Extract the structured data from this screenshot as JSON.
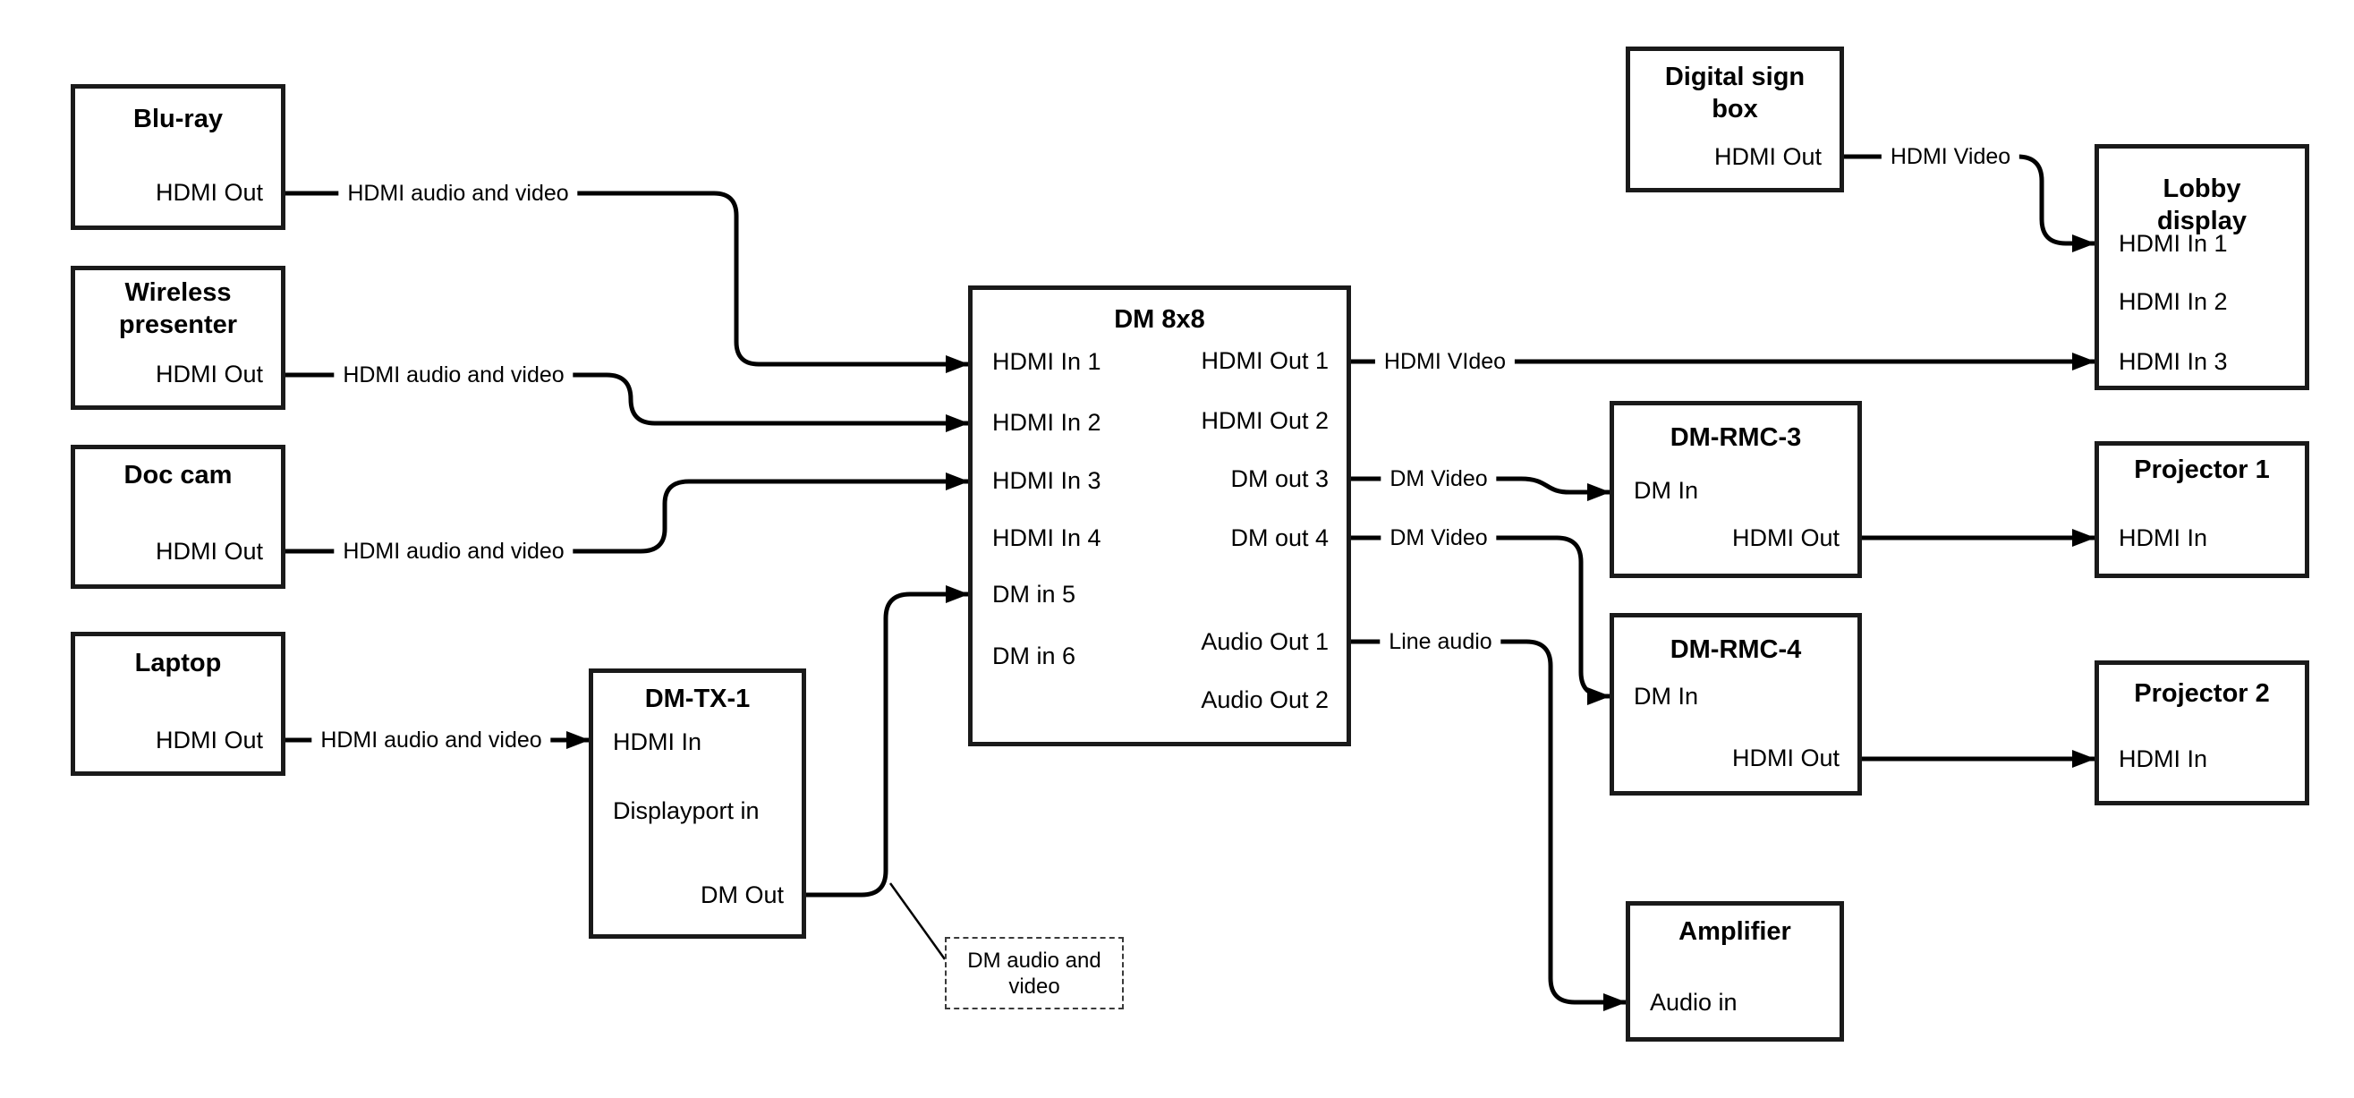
{
  "devices": {
    "bluray": {
      "title": "Blu-ray",
      "ports": [
        {
          "label": "HDMI Out"
        }
      ]
    },
    "wireless_presenter": {
      "title": "Wireless\npresenter",
      "ports": [
        {
          "label": "HDMI Out"
        }
      ]
    },
    "doc_cam": {
      "title": "Doc cam",
      "ports": [
        {
          "label": "HDMI Out"
        }
      ]
    },
    "laptop": {
      "title": "Laptop",
      "ports": [
        {
          "label": "HDMI Out"
        }
      ]
    },
    "dm_tx_1": {
      "title": "DM-TX-1",
      "ports": [
        {
          "label": "HDMI In"
        },
        {
          "label": "Displayport in"
        },
        {
          "label": "DM Out"
        }
      ]
    },
    "dm_8x8": {
      "title": "DM 8x8",
      "inputs": [
        {
          "label": "HDMI In 1"
        },
        {
          "label": "HDMI In 2"
        },
        {
          "label": "HDMI In 3"
        },
        {
          "label": "HDMI In 4"
        },
        {
          "label": "DM in 5"
        },
        {
          "label": "DM in 6"
        }
      ],
      "outputs": [
        {
          "label": "HDMI Out 1"
        },
        {
          "label": "HDMI Out 2"
        },
        {
          "label": "DM out 3"
        },
        {
          "label": "DM out 4"
        },
        {
          "label": "Audio Out 1"
        },
        {
          "label": "Audio Out 2"
        }
      ]
    },
    "digital_sign_box": {
      "title": "Digital sign\nbox",
      "ports": [
        {
          "label": "HDMI Out"
        }
      ]
    },
    "lobby_display": {
      "title": "Lobby\ndisplay",
      "ports": [
        {
          "label": "HDMI In 1"
        },
        {
          "label": "HDMI In 2"
        },
        {
          "label": "HDMI In 3"
        }
      ]
    },
    "dm_rmc_3": {
      "title": "DM-RMC-3",
      "ports": [
        {
          "label": "DM In"
        },
        {
          "label": "HDMI Out"
        }
      ]
    },
    "projector_1": {
      "title": "Projector 1",
      "ports": [
        {
          "label": "HDMI In"
        }
      ]
    },
    "dm_rmc_4": {
      "title": "DM-RMC-4",
      "ports": [
        {
          "label": "DM In"
        },
        {
          "label": "HDMI Out"
        }
      ]
    },
    "projector_2": {
      "title": "Projector 2",
      "ports": [
        {
          "label": "HDMI In"
        }
      ]
    },
    "amplifier": {
      "title": "Amplifier",
      "ports": [
        {
          "label": "Audio in"
        }
      ]
    }
  },
  "wire_labels": {
    "bluray_to_dm": "HDMI audio and video",
    "wireless_to_dm": "HDMI audio and video",
    "doccam_to_dm": "HDMI audio and video",
    "laptop_to_tx": "HDMI audio and video",
    "hdmi_out_1": "HDMI VIdeo",
    "dm_out_3": "DM Video",
    "dm_out_4": "DM Video",
    "audio_out_1": "Line audio",
    "sign_to_lobby": "HDMI Video"
  },
  "annotation": {
    "note": "DM audio and\nvideo"
  },
  "connections": [
    {
      "from": "Blu-ray / HDMI Out",
      "to": "DM 8x8 / HDMI In 1",
      "label": "HDMI audio and video"
    },
    {
      "from": "Wireless presenter / HDMI Out",
      "to": "DM 8x8 / HDMI In 2",
      "label": "HDMI audio and video"
    },
    {
      "from": "Doc cam / HDMI Out",
      "to": "DM 8x8 / HDMI In 3",
      "label": "HDMI audio and video"
    },
    {
      "from": "Laptop / HDMI Out",
      "to": "DM-TX-1 / HDMI In",
      "label": "HDMI audio and video"
    },
    {
      "from": "DM-TX-1 / DM Out",
      "to": "DM 8x8 / DM in 5",
      "label": "DM audio and video"
    },
    {
      "from": "DM 8x8 / HDMI Out 1",
      "to": "Lobby display / HDMI In 3",
      "label": "HDMI VIdeo"
    },
    {
      "from": "DM 8x8 / DM out 3",
      "to": "DM-RMC-3 / DM In",
      "label": "DM Video"
    },
    {
      "from": "DM 8x8 / DM out 4",
      "to": "DM-RMC-4 / DM In",
      "label": "DM Video"
    },
    {
      "from": "DM 8x8 / Audio Out 1",
      "to": "Amplifier / Audio in",
      "label": "Line audio"
    },
    {
      "from": "Digital sign box / HDMI Out",
      "to": "Lobby display / HDMI In 1",
      "label": "HDMI Video"
    },
    {
      "from": "DM-RMC-3 / HDMI Out",
      "to": "Projector 1 / HDMI In",
      "label": ""
    },
    {
      "from": "DM-RMC-4 / HDMI Out",
      "to": "Projector 2 / HDMI In",
      "label": ""
    }
  ],
  "colors": {
    "line": "#000000",
    "box_border": "#1a1a1a",
    "background": "#ffffff"
  }
}
